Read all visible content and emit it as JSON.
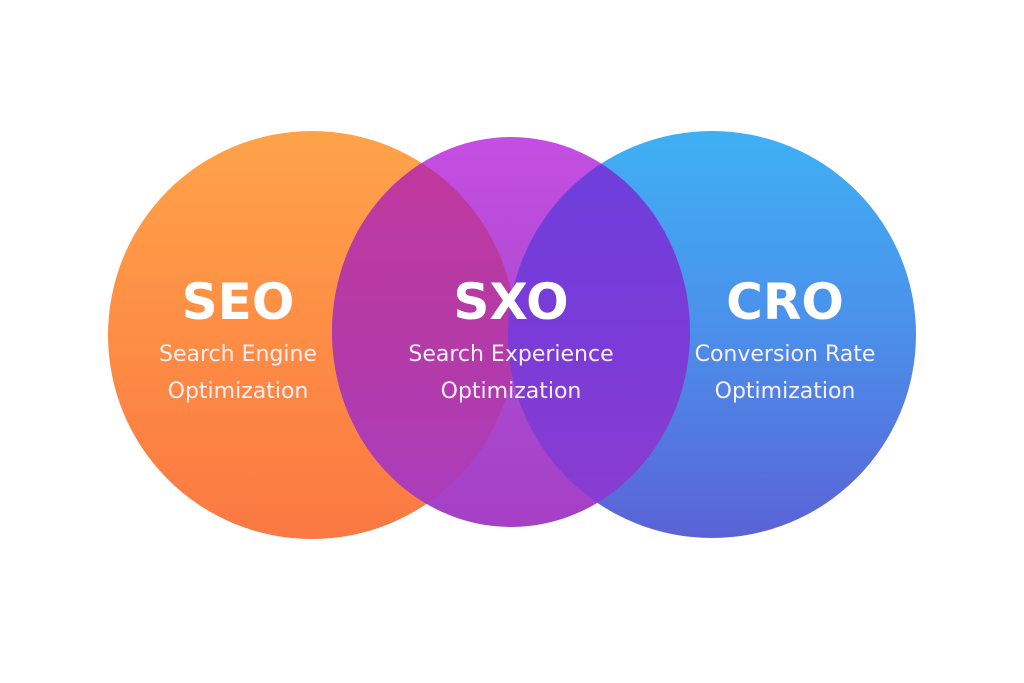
{
  "diagram": {
    "type": "venn",
    "circles": [
      {
        "id": "seo",
        "title": "SEO",
        "subtitle": "Search Engine\nOptimization",
        "color_top": "#fea34a",
        "color_bottom": "#fb7842"
      },
      {
        "id": "sxo",
        "title": "SXO",
        "subtitle": "Search Experience\nOptimization",
        "color_top": "#c54ee2",
        "color_bottom": "#a63fc6"
      },
      {
        "id": "cro",
        "title": "CRO",
        "subtitle": "Conversion Rate\nOptimization",
        "color_top": "#3fb0f4",
        "color_bottom": "#5a62d6"
      }
    ],
    "overlaps": [
      {
        "between": [
          "seo",
          "sxo"
        ],
        "color": "#c2389c"
      },
      {
        "between": [
          "sxo",
          "cro"
        ],
        "color": "#6c3fdc"
      }
    ],
    "background": "#ffffff"
  }
}
